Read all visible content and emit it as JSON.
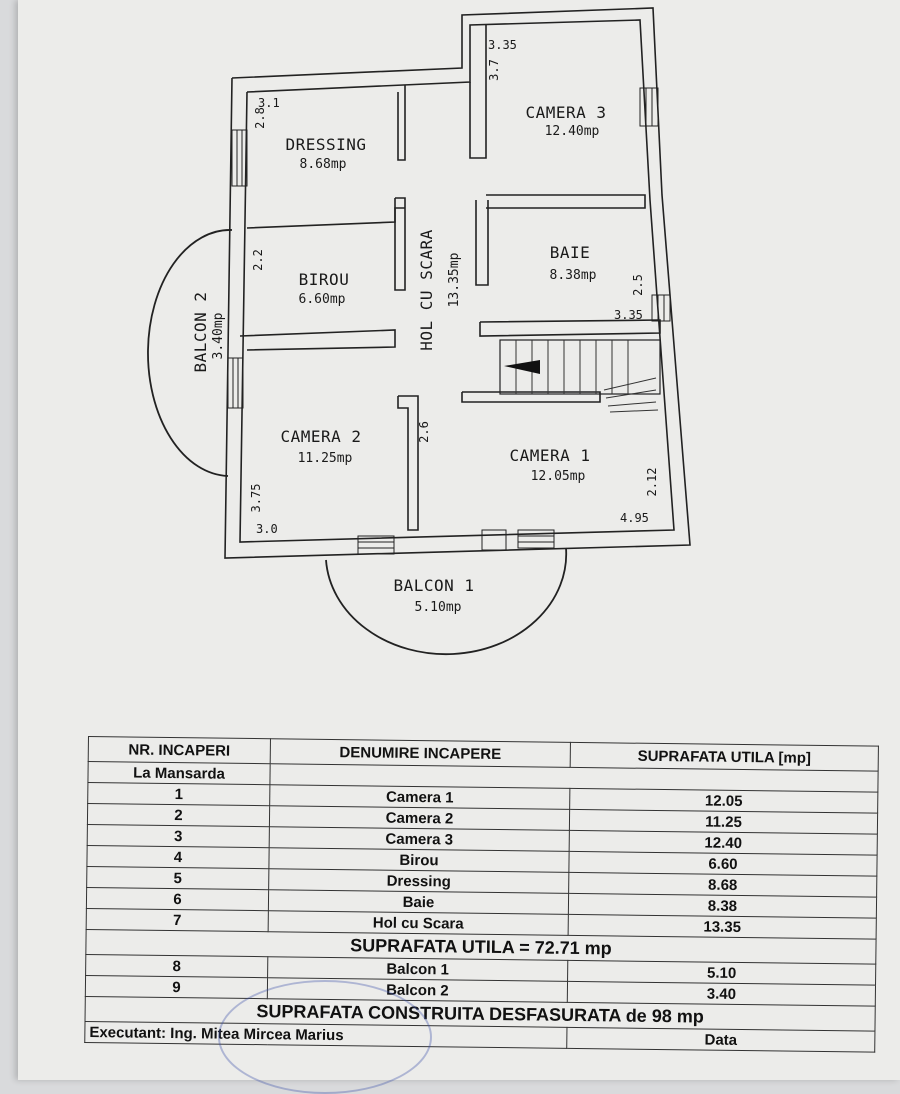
{
  "rooms": [
    {
      "name": "DRESSING",
      "area": "8.68mp"
    },
    {
      "name": "BIROU",
      "area": "6.60mp"
    },
    {
      "name": "CAMERA 3",
      "area": "12.40mp"
    },
    {
      "name": "BAIE",
      "area": "8.38mp"
    },
    {
      "name": "CAMERA 2",
      "area": "11.25mp"
    },
    {
      "name": "CAMERA 1",
      "area": "12.05mp"
    },
    {
      "name": "HOL CU SCARA",
      "area": "13.35mp"
    },
    {
      "name": "BALCON 1",
      "area": "5.10mp"
    },
    {
      "name": "BALCON 2",
      "area": "3.40mp"
    }
  ],
  "dimensions": {
    "dressing_w": "3.1",
    "dressing_h": "2.8",
    "birou_h": "2.2",
    "camera3_w": "3.35",
    "camera3_h": "3.7",
    "baie_h": "2.5",
    "baie_w": "3.35",
    "camera2_h": "3.75",
    "camera2_w": "3.0",
    "hol_w": "2.6",
    "camera1_h": "2.12",
    "camera1_w": "4.95"
  },
  "table": {
    "headers": [
      "NR. INCAPERI",
      "DENUMIRE INCAPERE",
      "SUPRAFATA UTILA [mp]"
    ],
    "level": "La Mansarda",
    "rows": [
      {
        "nr": "1",
        "name": "Camera 1",
        "area": "12.05"
      },
      {
        "nr": "2",
        "name": "Camera 2",
        "area": "11.25"
      },
      {
        "nr": "3",
        "name": "Camera 3",
        "area": "12.40"
      },
      {
        "nr": "4",
        "name": "Birou",
        "area": "6.60"
      },
      {
        "nr": "5",
        "name": "Dressing",
        "area": "8.68"
      },
      {
        "nr": "6",
        "name": "Baie",
        "area": "8.38"
      },
      {
        "nr": "7",
        "name": "Hol cu Scara",
        "area": "13.35"
      }
    ],
    "useful_total": "SUPRAFATA UTILA = 72.71 mp",
    "balcony_rows": [
      {
        "nr": "8",
        "name": "Balcon 1",
        "area": "5.10"
      },
      {
        "nr": "9",
        "name": "Balcon 2",
        "area": "3.40"
      }
    ],
    "built_total": "SUPRAFATA CONSTRUITA DESFASURATA de 98 mp",
    "executant": "Executant: Ing. Mitea Mircea Marius",
    "date_label": "Data"
  }
}
